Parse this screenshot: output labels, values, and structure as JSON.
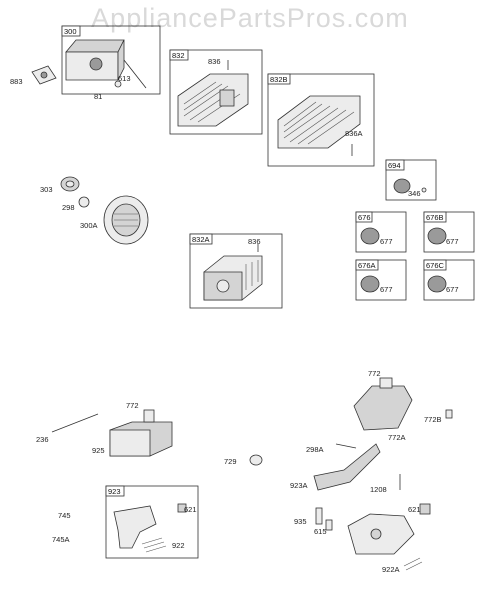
{
  "watermark": "AppliancePartsPros.com",
  "colors": {
    "watermark": "#d9d9d9",
    "line": "#333333",
    "fill": "#d4d4d4"
  },
  "boxes": {
    "b300": "300",
    "b832": "832",
    "b832B": "832B",
    "b832A": "832A",
    "b694": "694",
    "b676": "676",
    "b676B": "676B",
    "b676A": "676A",
    "b676C": "676C",
    "b923": "923"
  },
  "labels": {
    "l883": "883",
    "l613": "613",
    "l81": "81",
    "l836a": "836",
    "l836A": "836A",
    "l836b": "836",
    "l303": "303",
    "l298": "298",
    "l300A": "300A",
    "l346": "346",
    "l677a": "677",
    "l677b": "677",
    "l677c": "677",
    "l677d": "677",
    "l772a": "772",
    "l236": "236",
    "l925": "925",
    "l729": "729",
    "l621a": "621",
    "l745": "745",
    "l745A": "745A",
    "l922": "922",
    "l772b": "772",
    "l772B": "772B",
    "l772A": "772A",
    "l298A": "298A",
    "l923A": "923A",
    "l1208": "1208",
    "l621b": "621",
    "l935": "935",
    "l615": "615",
    "l922A": "922A"
  }
}
